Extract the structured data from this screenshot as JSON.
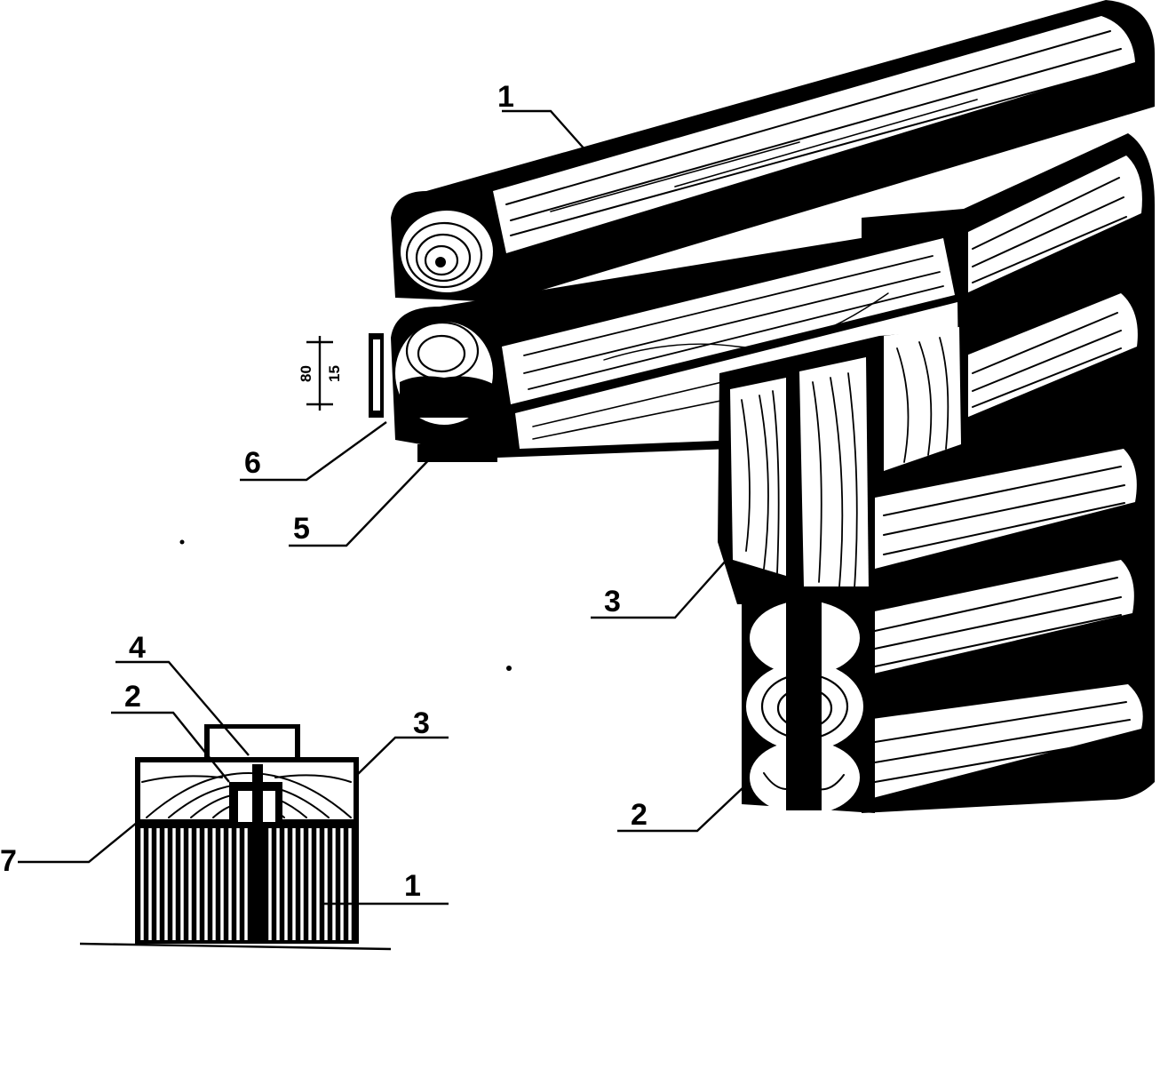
{
  "colors": {
    "ink": "#000000",
    "paper": "#ffffff"
  },
  "main_view": {
    "callouts": [
      {
        "id": "main-1",
        "label": "1"
      },
      {
        "id": "main-6",
        "label": "6"
      },
      {
        "id": "main-5",
        "label": "5"
      },
      {
        "id": "main-3",
        "label": "3"
      },
      {
        "id": "main-2",
        "label": "2"
      }
    ],
    "dimensions": [
      {
        "id": "dim-a",
        "label": "80"
      },
      {
        "id": "dim-b",
        "label": "15"
      }
    ]
  },
  "section_view": {
    "callouts": [
      {
        "id": "sec-4",
        "label": "4"
      },
      {
        "id": "sec-2",
        "label": "2"
      },
      {
        "id": "sec-3",
        "label": "3"
      },
      {
        "id": "sec-7",
        "label": "7"
      },
      {
        "id": "sec-1",
        "label": "1"
      }
    ]
  }
}
